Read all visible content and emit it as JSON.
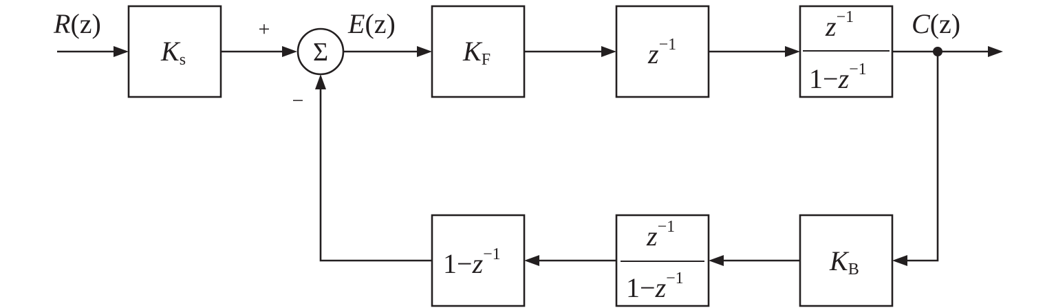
{
  "colors": {
    "ink": "#231f20",
    "background": "#ffffff"
  },
  "signals": {
    "input": {
      "letter": "R",
      "arg": "(z)"
    },
    "error": {
      "letter": "E",
      "arg": "(z)"
    },
    "output": {
      "letter": "C",
      "arg": "(z)"
    }
  },
  "summing_junction": {
    "symbol": "Σ",
    "plus_sign": "+",
    "minus_sign": "−"
  },
  "forward_blocks": {
    "ks": {
      "main": "K",
      "sub": "s"
    },
    "kf": {
      "main": "K",
      "sub": "F"
    },
    "delay": {
      "var": "z",
      "exp": "−1"
    },
    "integrator": {
      "num_var": "z",
      "num_exp": "−1",
      "den_one": "1−",
      "den_var": "z",
      "den_exp": "−1"
    }
  },
  "feedback_blocks": {
    "kb": {
      "main": "K",
      "sub": "B"
    },
    "integrator": {
      "num_var": "z",
      "num_exp": "−1",
      "den_one": "1−",
      "den_var": "z",
      "den_exp": "−1"
    },
    "difference": {
      "one": "1−",
      "var": "z",
      "exp": "−1"
    }
  }
}
